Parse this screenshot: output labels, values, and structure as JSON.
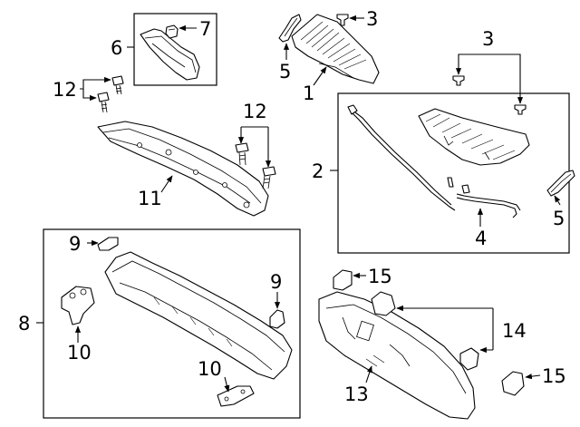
{
  "callouts": {
    "c1": "1",
    "c2": "2",
    "c3a": "3",
    "c3b": "3",
    "c4": "4",
    "c5a": "5",
    "c5b": "5",
    "c6": "6",
    "c7": "7",
    "c8": "8",
    "c9a": "9",
    "c9b": "9",
    "c10a": "10",
    "c10b": "10",
    "c11": "11",
    "c12a": "12",
    "c12b": "12",
    "c13": "13",
    "c14": "14",
    "c15a": "15",
    "c15b": "15"
  }
}
